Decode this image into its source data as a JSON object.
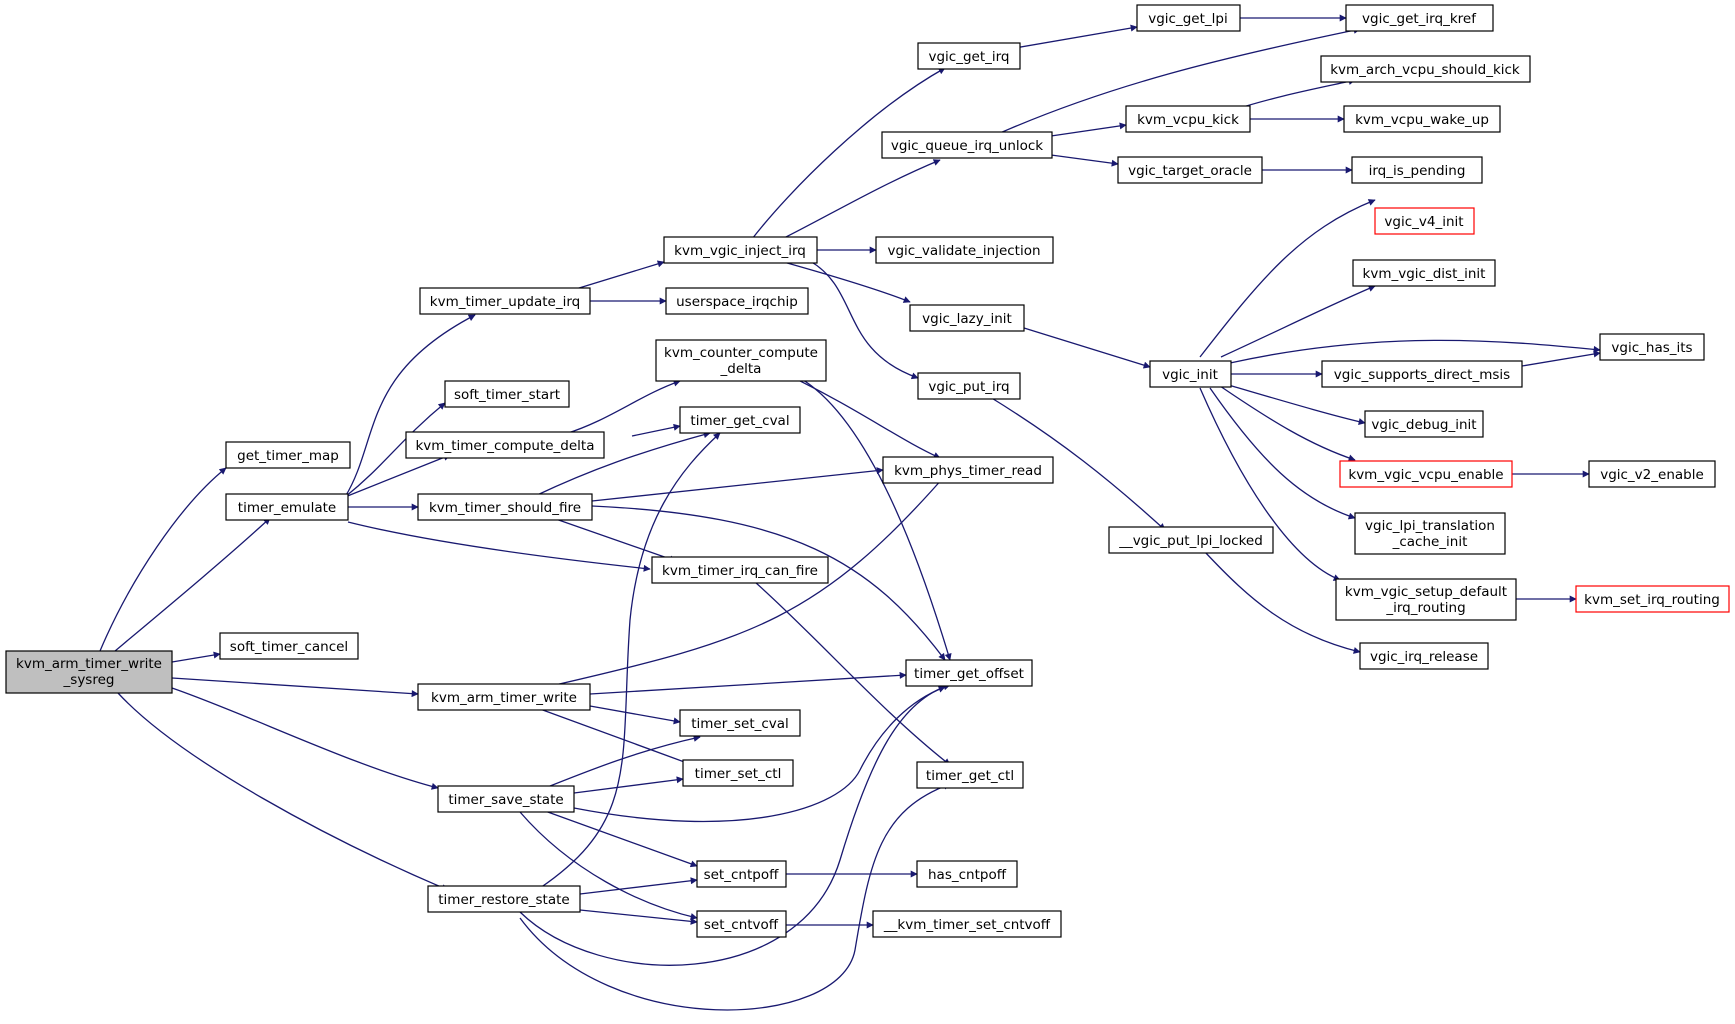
{
  "colors": {
    "edge": "#191970",
    "root_fill": "#bfbfbf",
    "truncated_border": "#ff0000",
    "node_border": "#000000"
  },
  "nodes": [
    {
      "id": "root",
      "lines": [
        "kvm_arm_timer_write",
        "_sysreg"
      ]
    },
    {
      "id": "get_timer_map",
      "lines": [
        "get_timer_map"
      ]
    },
    {
      "id": "timer_emulate",
      "lines": [
        "timer_emulate"
      ]
    },
    {
      "id": "soft_timer_cancel",
      "lines": [
        "soft_timer_cancel"
      ]
    },
    {
      "id": "kvm_arm_timer_write",
      "lines": [
        "kvm_arm_timer_write"
      ]
    },
    {
      "id": "timer_save_state",
      "lines": [
        "timer_save_state"
      ]
    },
    {
      "id": "timer_restore_state",
      "lines": [
        "timer_restore_state"
      ]
    },
    {
      "id": "kvm_timer_update_irq",
      "lines": [
        "kvm_timer_update_irq"
      ]
    },
    {
      "id": "soft_timer_start",
      "lines": [
        "soft_timer_start"
      ]
    },
    {
      "id": "kvm_timer_compute_delta",
      "lines": [
        "kvm_timer_compute_delta"
      ]
    },
    {
      "id": "kvm_timer_should_fire",
      "lines": [
        "kvm_timer_should_fire"
      ]
    },
    {
      "id": "kvm_vgic_inject_irq",
      "lines": [
        "kvm_vgic_inject_irq"
      ]
    },
    {
      "id": "userspace_irqchip",
      "lines": [
        "userspace_irqchip"
      ]
    },
    {
      "id": "kvm_counter_compute_delta",
      "lines": [
        "kvm_counter_compute",
        "_delta"
      ]
    },
    {
      "id": "timer_get_cval",
      "lines": [
        "timer_get_cval"
      ]
    },
    {
      "id": "kvm_timer_irq_can_fire",
      "lines": [
        "kvm_timer_irq_can_fire"
      ]
    },
    {
      "id": "timer_set_cval",
      "lines": [
        "timer_set_cval"
      ]
    },
    {
      "id": "timer_set_ctl",
      "lines": [
        "timer_set_ctl"
      ]
    },
    {
      "id": "set_cntpoff",
      "lines": [
        "set_cntpoff"
      ]
    },
    {
      "id": "set_cntvoff",
      "lines": [
        "set_cntvoff"
      ]
    },
    {
      "id": "vgic_get_irq",
      "lines": [
        "vgic_get_irq"
      ]
    },
    {
      "id": "vgic_queue_irq_unlock",
      "lines": [
        "vgic_queue_irq_unlock"
      ]
    },
    {
      "id": "vgic_validate_injection",
      "lines": [
        "vgic_validate_injection"
      ]
    },
    {
      "id": "vgic_lazy_init",
      "lines": [
        "vgic_lazy_init"
      ]
    },
    {
      "id": "vgic_put_irq",
      "lines": [
        "vgic_put_irq"
      ]
    },
    {
      "id": "kvm_phys_timer_read",
      "lines": [
        "kvm_phys_timer_read"
      ]
    },
    {
      "id": "timer_get_offset",
      "lines": [
        "timer_get_offset"
      ]
    },
    {
      "id": "timer_get_ctl",
      "lines": [
        "timer_get_ctl"
      ]
    },
    {
      "id": "has_cntpoff",
      "lines": [
        "has_cntpoff"
      ]
    },
    {
      "id": "kvm_timer_set_cntvoff",
      "lines": [
        "__kvm_timer_set_cntvoff"
      ]
    },
    {
      "id": "vgic_get_lpi",
      "lines": [
        "vgic_get_lpi"
      ]
    },
    {
      "id": "kvm_vcpu_kick",
      "lines": [
        "kvm_vcpu_kick"
      ]
    },
    {
      "id": "vgic_target_oracle",
      "lines": [
        "vgic_target_oracle"
      ]
    },
    {
      "id": "vgic_init",
      "lines": [
        "vgic_init"
      ]
    },
    {
      "id": "vgic_put_lpi_locked",
      "lines": [
        "__vgic_put_lpi_locked"
      ]
    },
    {
      "id": "vgic_get_irq_kref",
      "lines": [
        "vgic_get_irq_kref"
      ]
    },
    {
      "id": "kvm_arch_vcpu_should_kick",
      "lines": [
        "kvm_arch_vcpu_should_kick"
      ]
    },
    {
      "id": "kvm_vcpu_wake_up",
      "lines": [
        "kvm_vcpu_wake_up"
      ]
    },
    {
      "id": "irq_is_pending",
      "lines": [
        "irq_is_pending"
      ]
    },
    {
      "id": "vgic_v4_init",
      "lines": [
        "vgic_v4_init"
      ]
    },
    {
      "id": "kvm_vgic_dist_init",
      "lines": [
        "kvm_vgic_dist_init"
      ]
    },
    {
      "id": "vgic_supports_direct_msis",
      "lines": [
        "vgic_supports_direct_msis"
      ]
    },
    {
      "id": "vgic_debug_init",
      "lines": [
        "vgic_debug_init"
      ]
    },
    {
      "id": "kvm_vgic_vcpu_enable",
      "lines": [
        "kvm_vgic_vcpu_enable"
      ]
    },
    {
      "id": "vgic_lpi_translation_cache_init",
      "lines": [
        "vgic_lpi_translation",
        "_cache_init"
      ]
    },
    {
      "id": "kvm_vgic_setup_default_irq_routing",
      "lines": [
        "kvm_vgic_setup_default",
        "_irq_routing"
      ]
    },
    {
      "id": "vgic_irq_release",
      "lines": [
        "vgic_irq_release"
      ]
    },
    {
      "id": "vgic_has_its",
      "lines": [
        "vgic_has_its"
      ]
    },
    {
      "id": "vgic_v2_enable",
      "lines": [
        "vgic_v2_enable"
      ]
    },
    {
      "id": "kvm_set_irq_routing",
      "lines": [
        "kvm_set_irq_routing"
      ]
    }
  ]
}
